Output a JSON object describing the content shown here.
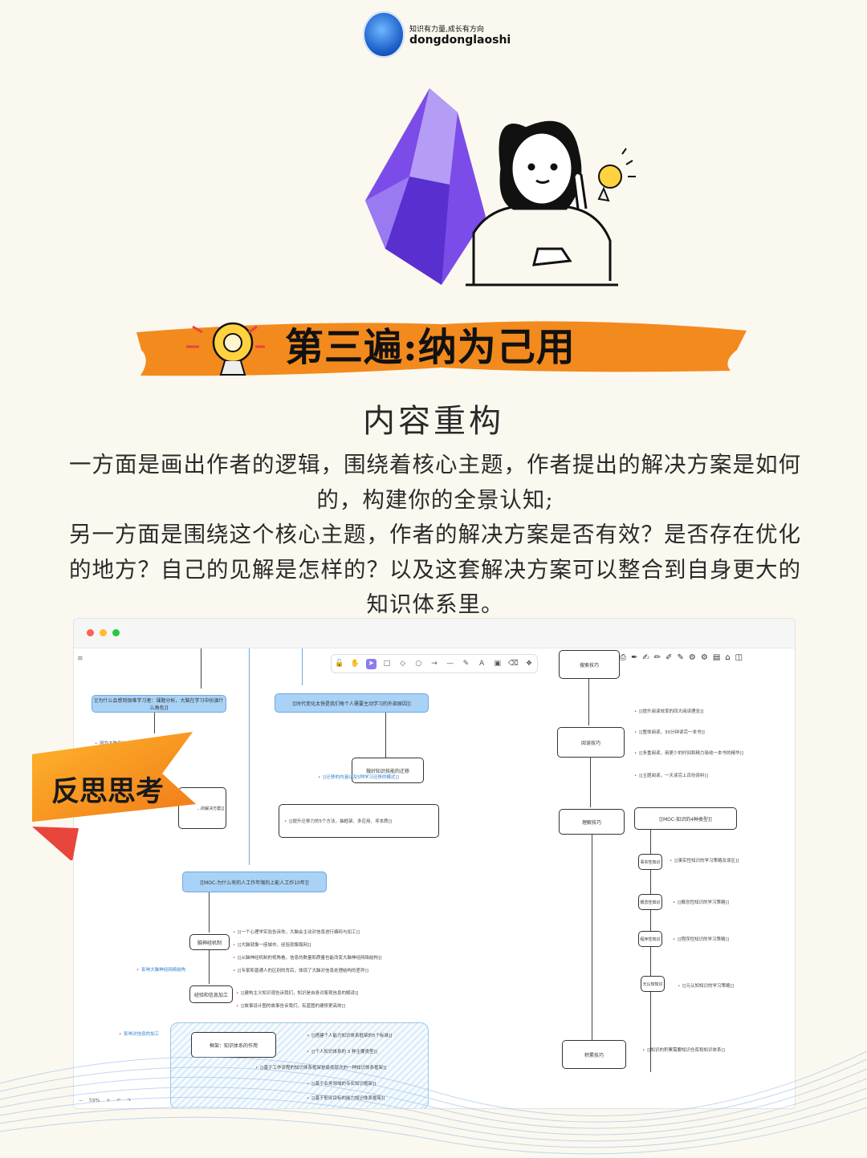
{
  "brand": {
    "tagline": "知识有力量,成长有方向",
    "name": "dongdonglaoshi",
    "logo_icon": "brain-logo"
  },
  "banner": {
    "title": "第三遍:纳为己用",
    "icon": "lightbulb-coin-icon"
  },
  "section": {
    "subtitle": "内容重构",
    "paragraph1": "一方面是画出作者的逻辑，围绕着核心主题，作者提出的解决方案是如何的，构建你的全景认知;",
    "paragraph2": "另一方面是围绕这个核心主题，作者的解决方案是否有效？是否存在优化的地方？自己的见解是怎样的？以及这套解决方案可以整合到自身更大的知识体系里。"
  },
  "badge": {
    "label": "反思思考"
  },
  "window": {
    "zoom_level": "59%",
    "toolbar_tools": [
      "lock-icon",
      "hand-icon",
      "pointer-icon",
      "rectangle-icon",
      "diamond-icon",
      "circle-icon",
      "arrow-icon",
      "line-icon",
      "pen-icon",
      "text-icon",
      "image-icon",
      "eraser-icon",
      "library-icon"
    ],
    "nodes": {
      "why_learn": "[[为什么会感到很难学习者：课题分析，大脑在学习中扮演什么角色]]",
      "era_change": "[[时代变化太快是我们每个人需要主动学习的外部原因]]",
      "transfer": "做好知识技能的迁移",
      "transfer_li": "[[迁移的内涵以及5种学习迁移的模式]]",
      "transfer_methods": "[[提升迁移力的5个方法，抽框架、多应用、寻本质]]",
      "moc_ai": "[[MOC-为什么有的人工作年限的上能人工作10年]]",
      "neural": "脑神经机制",
      "neural_li1": "[[一个心理学实验告诉你，大脑会主动对信息进行编码与加工]]",
      "neural_li2": "[[大脑就像一座城市，经验就像路网]]",
      "neural_li3": "[[从脑神经机制的视角看，信息的数量和质量也能改变大脑神经网络结构]]",
      "neural_li4": "[[专家和普通人的区别的背后，体现了大脑对信息处理结构的差异]]",
      "info_process": "经验和信息加工",
      "info_li1": "[[建构主义知识观告诉我们，知识是自身对客观信息的解读]]",
      "info_li2": "[[故事设计图的故事告诉我们，有蓝图的建修更高效]]",
      "influence_label": "影响大脑神经网络结构",
      "influence_info": "影响对信息的加工",
      "framework": "框架：知识体系的作用",
      "fw_li1": "[[搭建个人能力知识体系框架的5个标准]]",
      "fw_li2": "[[个人知识体系的 3 种主要类型]]",
      "fw_li3": "[[基于工作流程的知识体系框架是最低层次的一种知识体系框架]]",
      "fw_li4": "[[基于业务领域的专业知识框架]]",
      "fw_li5": "[[基于职业目标的能力知识体系框架]]",
      "search": "搜索技巧",
      "reading": "阅读技巧",
      "read_li1": "[[提升阅读效率的四大阅读理念]]",
      "read_li2": "[[整体阅读，30分钟读完一本书]]",
      "read_li3": "[[多重阅读，用更少的时间和精力吸收一本书的精华]]",
      "read_li4": "[[主题阅读，一天读完上百份资料]]",
      "understand": "理解技巧",
      "moc_types": "[[MOC-知识的4种类型]]",
      "fact": "事实性知识",
      "fact_li": "[[事实性知识的学习策略及误区]]",
      "concept": "概念性知识",
      "concept_li": "[[概念性知识的学习策略]]",
      "procedure": "程序性知识",
      "procedure_li": "[[程序性知识的学习策略]]",
      "meta": "元认知知识",
      "meta_li": "[[元认知知识的学习策略]]",
      "accumulate": "积累技巧",
      "accumulate_li": "[[知识的积累需要知识仓库和知识体系]]",
      "left_partial1": "因为大脑存在天生...",
      "left_partial2": "...的解决方案]]"
    }
  },
  "colors": {
    "background": "#fbf8ef",
    "banner_orange": "#f28a1e",
    "node_blue": "#a9d2f7",
    "accent_pink": "#d8345f",
    "purple": "#7b4ce8"
  }
}
